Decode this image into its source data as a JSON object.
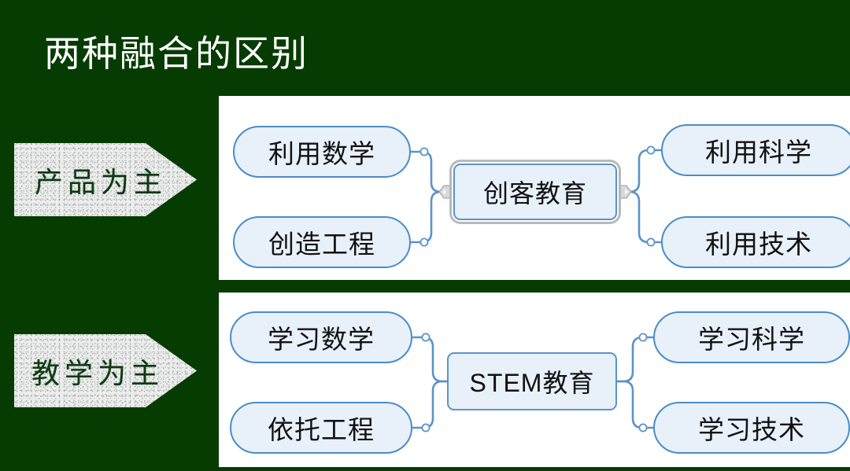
{
  "slide": {
    "title": "两种融合的区别",
    "background_color": "#063c02",
    "panel_color": "#ffffff"
  },
  "colors": {
    "background_green": "#063c02",
    "title_text": "#ffffff",
    "node_fill": "#e8f0fa",
    "node_border": "#4a8dc8",
    "connector": "#5b93c8",
    "arrow_fill": "#eceded",
    "arrow_text": "#0c3a12",
    "center_selection_outline": "#b9b9b9"
  },
  "sections": [
    {
      "id": "product-oriented",
      "arrow_label": "产品为主",
      "center": "创客教育",
      "left_nodes": [
        "利用数学",
        "创造工程"
      ],
      "right_nodes": [
        "利用科学",
        "利用技术"
      ]
    },
    {
      "id": "teaching-oriented",
      "arrow_label": "教学为主",
      "center": "STEM教育",
      "left_nodes": [
        "学习数学",
        "依托工程"
      ],
      "right_nodes": [
        "学习科学",
        "学习技术"
      ]
    }
  ]
}
